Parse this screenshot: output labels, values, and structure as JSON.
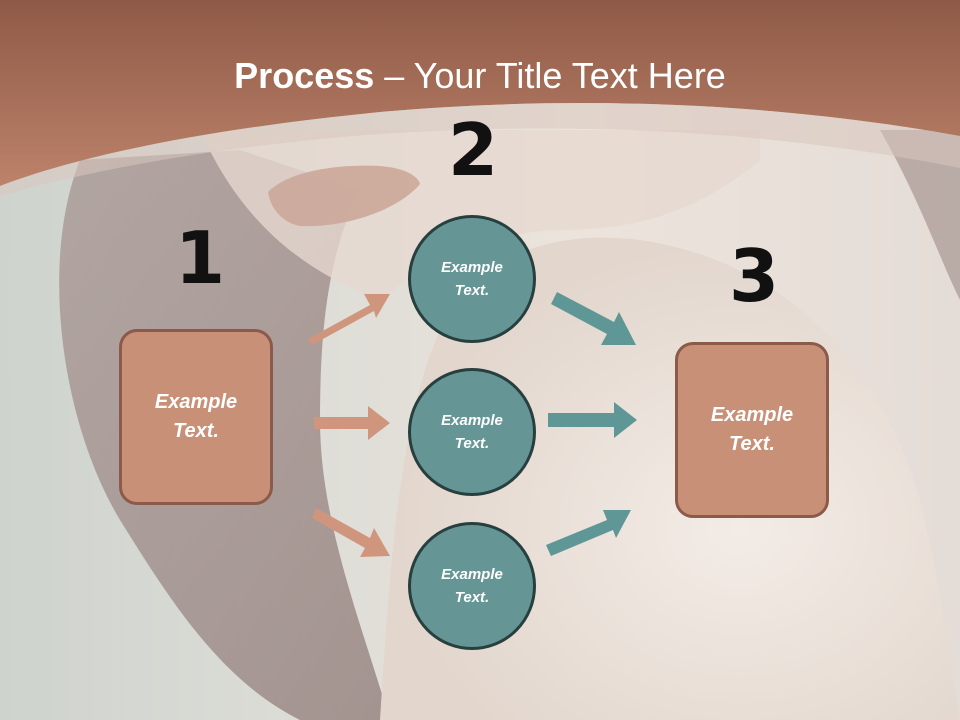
{
  "title": {
    "bold": "Process",
    "rest": " – Your Title Text Here"
  },
  "steps": {
    "one": "1",
    "two": "2",
    "three": "3"
  },
  "left_box": "Example Text.",
  "circles": [
    "Example Text.",
    "Example Text.",
    "Example Text."
  ],
  "right_box": "Example Text.",
  "colors": {
    "header": "#b77c63",
    "box": "#c99078",
    "box_border": "#8b5a4a",
    "circle": "#659695",
    "circle_border": "#27403f",
    "arrow_left": "#cf967d",
    "arrow_right": "#5f9696"
  }
}
